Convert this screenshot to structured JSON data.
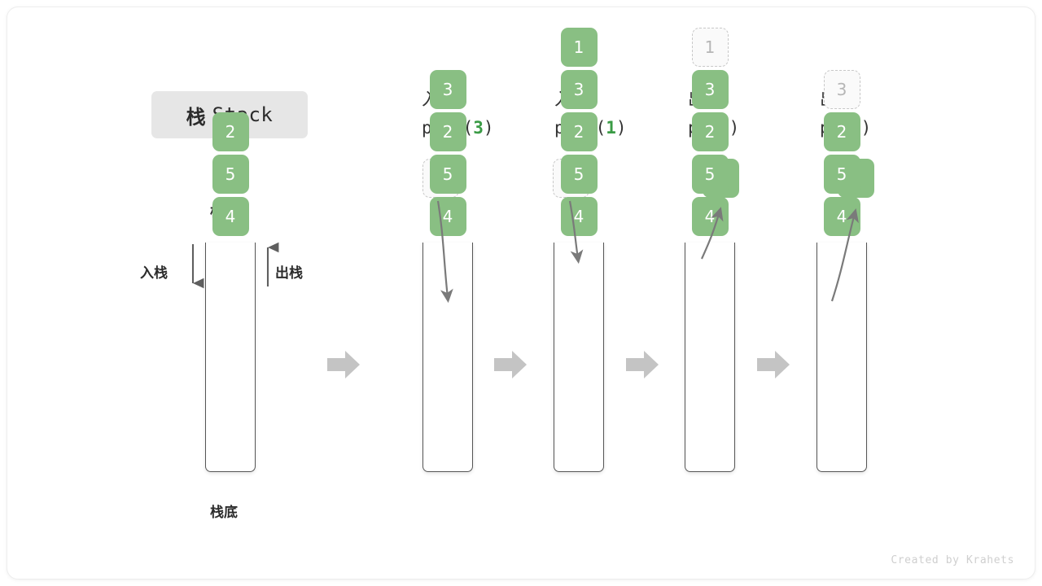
{
  "title": {
    "cn": "栈",
    "en": "Stack"
  },
  "labels": {
    "top": "栈顶",
    "bottom": "栈底",
    "push_side": "入栈",
    "pop_side": "出栈"
  },
  "credit": "Created by Krahets",
  "colors": {
    "element_green": "#89bf83",
    "ghost_fill": "#fafafa",
    "ghost_border": "#c8c8c8",
    "arrow_gray": "#7a7a7a",
    "block_arrow": "#c4c4c4",
    "accent_code_green": "#3a9b45",
    "title_pill_bg": "#e6e6e6"
  },
  "panels": [
    {
      "id": "initial",
      "header_op": "",
      "header_code": "",
      "header_code_pre": "",
      "header_code_arg": "",
      "header_code_post": "",
      "stack": [
        "4",
        "5",
        "2"
      ],
      "ghost_in_stack": null,
      "float_value": null,
      "float_kind": null
    },
    {
      "id": "push-3",
      "header_op": "入栈",
      "header_code_pre": "push(",
      "header_code_arg": "3",
      "header_code_post": ")",
      "stack": [
        "4",
        "5",
        "2",
        "3"
      ],
      "ghost_in_stack": null,
      "float_value": "3",
      "float_kind": "ghost"
    },
    {
      "id": "push-1",
      "header_op": "入栈",
      "header_code_pre": "push(",
      "header_code_arg": "1",
      "header_code_post": ")",
      "stack": [
        "4",
        "5",
        "2",
        "3",
        "1"
      ],
      "ghost_in_stack": null,
      "float_value": "1",
      "float_kind": "ghost"
    },
    {
      "id": "pop-1",
      "header_op": "出栈",
      "header_code_pre": "pop(",
      "header_code_arg": "",
      "header_code_post": ")",
      "stack": [
        "4",
        "5",
        "2",
        "3"
      ],
      "ghost_in_stack": "1",
      "float_value": "1",
      "float_kind": "solid"
    },
    {
      "id": "pop-3",
      "header_op": "出栈",
      "header_code_pre": "pop(",
      "header_code_arg": "",
      "header_code_post": ")",
      "stack": [
        "4",
        "5",
        "2"
      ],
      "ghost_in_stack": "3",
      "float_value": "3",
      "float_kind": "solid"
    }
  ]
}
